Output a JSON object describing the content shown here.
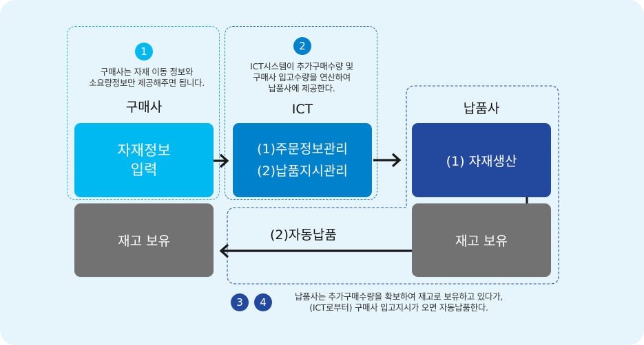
{
  "colors": {
    "background": "#e6f5fc",
    "buyer_accent": "#00b9f0",
    "ict_accent": "#0081cc",
    "supplier_accent": "#22499e",
    "stock_gray": "#727272"
  },
  "buyer": {
    "step_badge": "1",
    "note_lines": [
      "구매사는 자재 이동 정보와",
      "소요량정보만 제공해주면 됩니다."
    ],
    "title": "구매사",
    "box_lines": [
      "자재정보",
      "입력"
    ],
    "stock_label": "재고 보유"
  },
  "ict": {
    "step_badge": "2",
    "note_lines": [
      "ICT시스템이 추가구매수량 및",
      "구매사 입고수량을 연산하여",
      "납품사에 제공한다."
    ],
    "title": "ICT",
    "box_lines": [
      "(1)주문정보관리",
      "(2)납품지시관리"
    ]
  },
  "supplier": {
    "title": "납품사",
    "production_label": "(1) 자재생산",
    "stock_label": "재고 보유",
    "delivery_label": "(2)자동납품",
    "step_badges": [
      "3",
      "4"
    ],
    "note_lines": [
      "납품사는 추가구매수량을 확보하여 재고로 보유하고 있다가,",
      "(ICT로부터) 구매사 입고지시가 오면 자동납품한다."
    ]
  }
}
